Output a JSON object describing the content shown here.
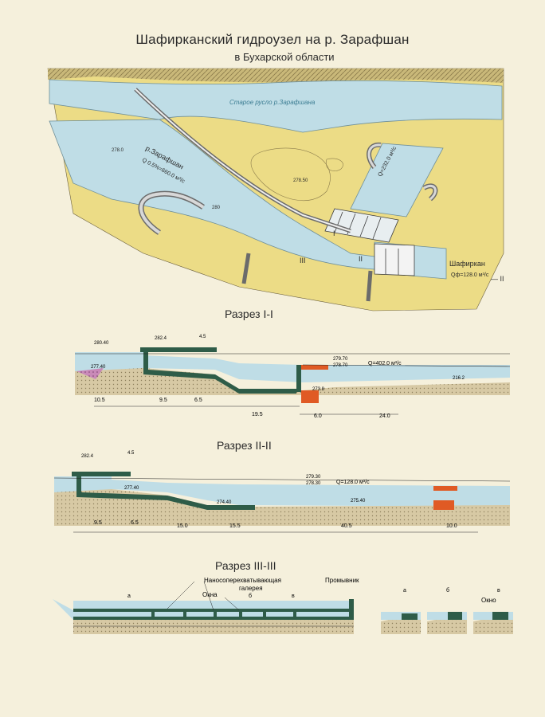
{
  "header": {
    "title": "Шафирканский гидроузел  на р. Зарафшан",
    "subtitle": "в Бухарской области"
  },
  "plan": {
    "old_channel": "Старое русло р.Зарафшана",
    "river_name": "р.Зарафшан",
    "river_flow": "Q 0.5%=660.0 м³/с",
    "canal_right_flow": "Q=232.0 м³/с",
    "canal_name": "Шафиркан",
    "canal_flow": "Qф=128.0 м³/с",
    "elev_2780": "278.0",
    "elev_27850": "278.50",
    "elev_2800": "280",
    "marker_I": "I",
    "marker_II": "II",
    "marker_III": "III",
    "marker_II_end": "— II"
  },
  "section1": {
    "title": "Разрез I-I",
    "elev_28040": "280.40",
    "elev_2824": "282.4",
    "dim_45": "4.5",
    "elev_27740": "277.40",
    "elev_27970": "279.70",
    "elev_27870": "278.70",
    "flow": "Q=402.0 м³/с",
    "elev_2162": "216.2",
    "elev_2738": "273.8",
    "dim_105": "10.5",
    "dim_95": "9.5",
    "dim_65": "6.5",
    "dim_195": "19.5",
    "dim_60": "6.0",
    "dim_240": "24.0"
  },
  "section2": {
    "title": "Разрез II-II",
    "elev_2824": "282.4",
    "dim_45": "4.5",
    "elev_27740": "277.40",
    "elev_27930": "279.30",
    "elev_27830": "278.30",
    "flow": "Q=128.0 м³/с",
    "elev_27440": "274.40",
    "elev_27540": "275.40",
    "dim_95": "9.5",
    "dim_65": "6.5",
    "dim_150": "15.0",
    "dim_155": "15.5",
    "dim_405": "40.5",
    "dim_100": "10.0"
  },
  "section3": {
    "title": "Разрез III-III",
    "gallery_line1": "Наносоперехватывающая",
    "gallery_line2": "галерея",
    "windows": "Окна",
    "flushing": "Промывник",
    "mark_a": "а",
    "mark_b": "б",
    "mark_v": "в",
    "window": "Окно"
  },
  "colors": {
    "paper": "#f5f0dc",
    "water": "#bfdde6",
    "land": "#ecdc86",
    "concrete": "#2e5c48",
    "ground": "#d9cba8",
    "orange": "#e05a24"
  }
}
